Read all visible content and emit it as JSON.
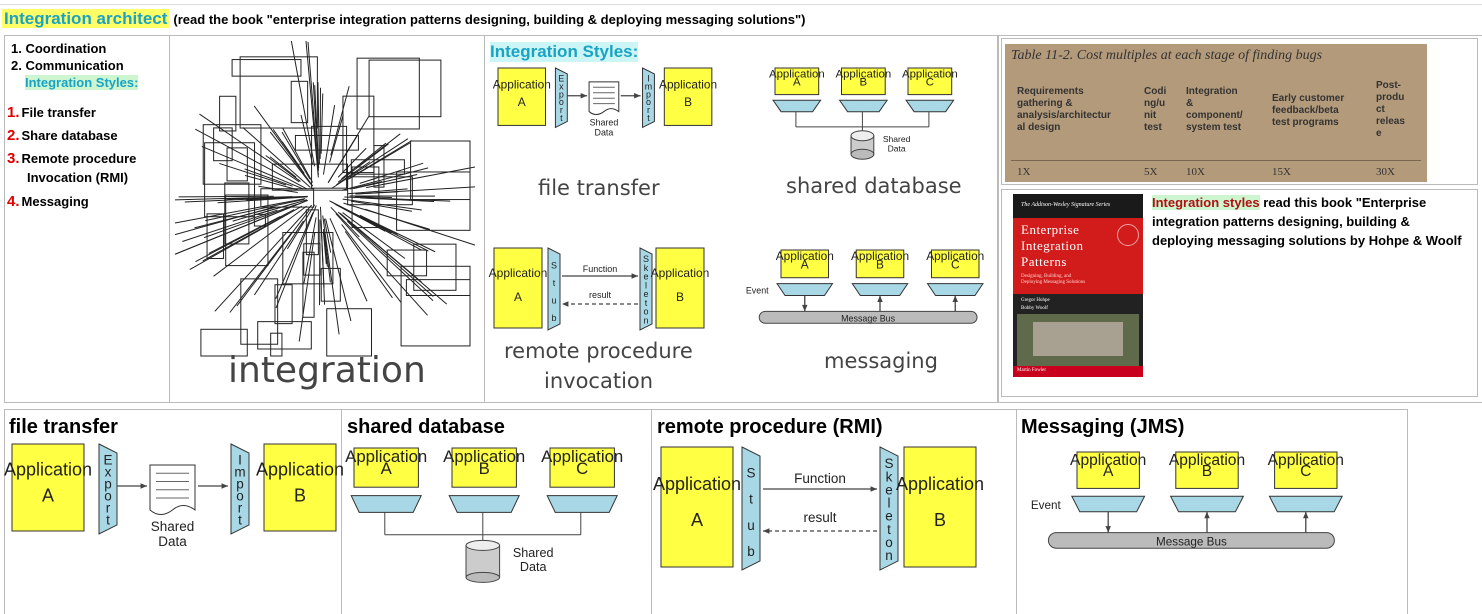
{
  "title": {
    "highlight": "Integration architect",
    "subtitle": "(read the book \"enterprise integration patterns designing, building & deploying messaging solutions\")"
  },
  "left_list": {
    "items": [
      "1. Coordination",
      "2. Communication"
    ],
    "styles_heading": "Integration Styles:",
    "styles": [
      {
        "num": "1.",
        "label": "File transfer"
      },
      {
        "num": "2.",
        "label": "Share database"
      },
      {
        "num": "3.",
        "label": "Remote procedure"
      },
      {
        "num": "",
        "label": "Invocation (RMI)"
      },
      {
        "num": "4.",
        "label": "Messaging"
      }
    ]
  },
  "integration_image": {
    "caption": "integration"
  },
  "styles_panel": {
    "heading": "Integration Styles:",
    "file_transfer": "file transfer",
    "shared_database": "shared database",
    "rpc_line1": "remote procedure",
    "rpc_line2": "invocation",
    "messaging": "messaging"
  },
  "diagram_text": {
    "application": "Application",
    "A": "A",
    "B": "B",
    "C": "C",
    "export": "Export",
    "import": "Import",
    "shared": "Shared",
    "data": "Data",
    "stub": "Stub",
    "skeleton": "Skeleton",
    "function": "Function",
    "result": "result",
    "event": "Event",
    "message_bus": "Message Bus"
  },
  "cost_table": {
    "caption": "Table 11-2. Cost multiples at each stage of finding bugs",
    "headers": [
      [
        "Requirements",
        "gathering &",
        "analysis/architectur",
        "al design"
      ],
      [
        "Codi",
        "ng/u",
        "nit",
        "test"
      ],
      [
        "Integration",
        "&",
        "component/",
        "system test"
      ],
      [
        "Early customer",
        "feedback/beta",
        "test programs"
      ],
      [
        "Post-",
        "produ",
        "ct",
        "releas",
        "e"
      ]
    ],
    "values": [
      "1X",
      "5X",
      "10X",
      "15X",
      "30X"
    ]
  },
  "book": {
    "series": "The Addison-Wesley Signature Series",
    "title": [
      "Enterprise",
      "Integration",
      "Patterns"
    ],
    "subtitle": [
      "Designing, Building, and",
      "Deploying Messaging Solutions"
    ],
    "authors": [
      "Gregor Hohpe",
      "Bobby Woolf"
    ],
    "foreword": "Martin Fowler"
  },
  "book_description": {
    "highlight": "Integration styles",
    "text": " read this book \"Enterprise integration patterns designing, building & deploying messaging solutions by Hohpe & Woolf"
  },
  "bottom": {
    "file_transfer": "file transfer",
    "shared_database": "shared database",
    "rpc": "remote procedure (RMI)",
    "messaging": "Messaging (JMS)"
  },
  "colors": {
    "app_box": "#ffff44",
    "connector": "#a8d8e6",
    "accent_cyan": "#1aa3c4",
    "highlight_yellow": "#ffff66",
    "highlight_green": "#ccf5d0",
    "red_numbers": "#e00000"
  }
}
